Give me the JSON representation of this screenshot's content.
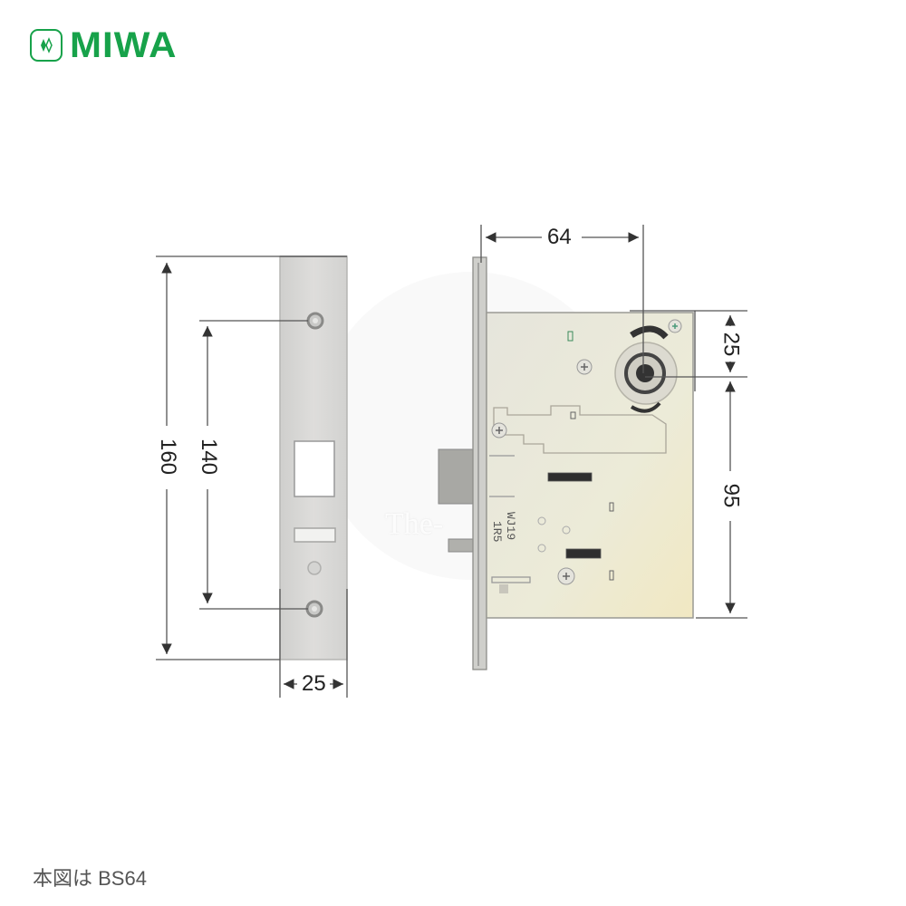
{
  "brand": {
    "logo_text": "MIWA",
    "logo_icon": "miwa-diamond-mark-icon",
    "color": "#17a24a"
  },
  "diagram": {
    "title": "Mortise lock dimension drawing",
    "front_plate": {
      "height_label": "160",
      "screw_pitch_label": "140",
      "width_label": "25"
    },
    "lock_body": {
      "backset_label": "64",
      "cylinder_to_top_label": "25",
      "cylinder_to_bottom_label": "95",
      "stamp_text_1": "1R5",
      "stamp_text_2": "WJ19"
    },
    "watermark": "The-"
  },
  "caption": "本図は BS64",
  "colors": {
    "plate": "#d9d9d7",
    "plate_edge": "#b8b8b6",
    "body": "#ebe8d6",
    "dimension_line": "#444444"
  }
}
